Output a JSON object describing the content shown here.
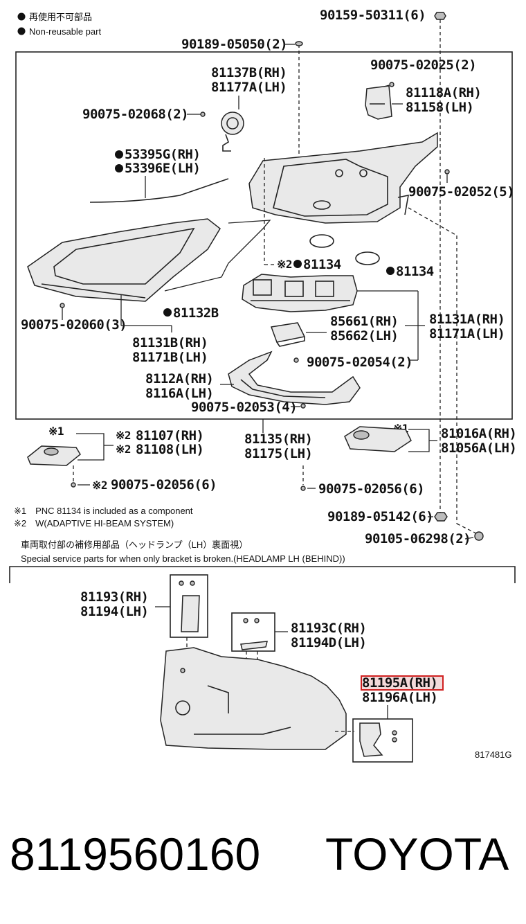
{
  "legend": {
    "bullet_jp": "再使用不可部品",
    "bullet_en": "Non-reusable part"
  },
  "labels": {
    "p90159": "90159-50311(6)",
    "p90189a": "90189-05050(2)",
    "p81137b": "81137B(RH)",
    "p81177a": "81177A(LH)",
    "p90075_02025": "90075-02025(2)",
    "p81118a": "81118A(RH)",
    "p81158": "81158(LH)",
    "p90075_02068": "90075-02068(2)",
    "p53395g": "53395G(RH)",
    "p53396e": "53396E(LH)",
    "p90075_02052": "90075-02052(5)",
    "p81134a": "81134",
    "p81134b": "81134",
    "p81132b": "81132B",
    "p90075_02060": "90075-02060(3)",
    "p85661": "85661(RH)",
    "p85662": "85662(LH)",
    "p81131a": "81131A(RH)",
    "p81171a": "81171A(LH)",
    "p81131b": "81131B(RH)",
    "p81171b": "81171B(LH)",
    "p90075_02054": "90075-02054(2)",
    "p8112a": "8112A(RH)",
    "p8116a": "8116A(LH)",
    "p90075_02053": "90075-02053(4)",
    "p81107": "81107(RH)",
    "p81108": "81108(LH)",
    "p81135": "81135(RH)",
    "p81175": "81175(LH)",
    "p81016a": "81016A(RH)",
    "p81056a": "81056A(LH)",
    "p90075_02056a": "90075-02056(6)",
    "p90075_02056b": "90075-02056(6)",
    "p90189_05142": "90189-05142(6)",
    "p90105": "90105-06298(2)",
    "p81193": "81193(RH)",
    "p81194": "81194(LH)",
    "p81193c": "81193C(RH)",
    "p81194d": "81194D(LH)",
    "p81195a": "81195A(RH)",
    "p81196a": "81196A(LH)",
    "diagram_code": "817481G",
    "mark1": "※1",
    "mark2": "※2"
  },
  "notes": {
    "note1": "※1　PNC 81134 is included as a component",
    "note2": "※2　W(ADAPTIVE HI-BEAM SYSTEM)",
    "section_jp": "車両取付部の補修用部品（ヘッドランプ（LH）裏面視）",
    "section_en": "Special service parts for when only bracket is broken.(HEADLAMP LH (BEHIND))"
  },
  "footer": {
    "part_number": "8119560160",
    "brand": "TOYOTA"
  },
  "highlight": {
    "part": "81195A(RH)",
    "color": "#d02020"
  }
}
